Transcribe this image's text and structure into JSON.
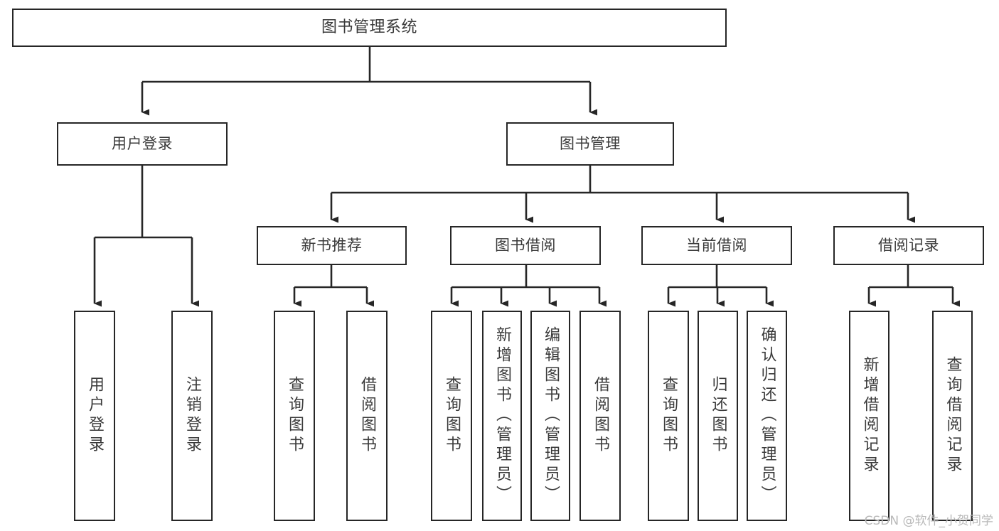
{
  "diagram": {
    "type": "tree",
    "title": "图书管理系统",
    "orientation": "top-down",
    "colors": {
      "border": "#262626",
      "text": "#3a3a3a",
      "background": "#ffffff",
      "edge": "#262626",
      "watermark": "#b9b9b9"
    },
    "nodes": {
      "root": {
        "label": "图书管理系统"
      },
      "level2": [
        {
          "label": "用户登录"
        },
        {
          "label": "图书管理"
        }
      ],
      "level3": [
        {
          "label": "新书推荐"
        },
        {
          "label": "图书借阅"
        },
        {
          "label": "当前借阅"
        },
        {
          "label": "借阅记录"
        }
      ],
      "leaves_user_login": [
        {
          "label": "用户登录"
        },
        {
          "label": "注销登录"
        }
      ],
      "leaves_new_book": [
        {
          "label": "查询图书"
        },
        {
          "label": "借阅图书"
        }
      ],
      "leaves_borrow": [
        {
          "label": "查询图书"
        },
        {
          "label": "新增图书（管理员）"
        },
        {
          "label": "编辑图书（管理员）"
        },
        {
          "label": "借阅图书"
        }
      ],
      "leaves_current": [
        {
          "label": "查询图书"
        },
        {
          "label": "归还图书"
        },
        {
          "label": "确认归还（管理员）"
        }
      ],
      "leaves_records": [
        {
          "label": "新增借阅记录"
        },
        {
          "label": "查询借阅记录"
        }
      ]
    },
    "watermark": "CSDN @软件_小贺同学"
  }
}
